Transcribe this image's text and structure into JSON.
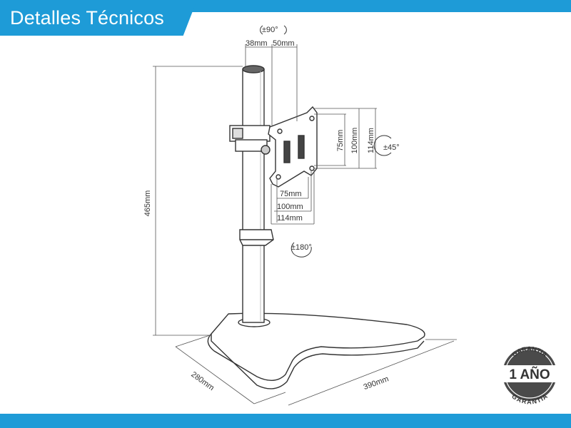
{
  "header": {
    "title": "Detalles Técnicos"
  },
  "diagram": {
    "labels": {
      "tilt": "±90°",
      "pole_offset_38": "38mm",
      "pole_offset_50": "50mm",
      "height": "465mm",
      "vesa_v_75": "75mm",
      "vesa_v_100": "100mm",
      "vesa_v_114": "114mm",
      "rotation_45": "±45°",
      "vesa_h_75": "75mm",
      "vesa_h_100": "100mm",
      "vesa_h_114": "114mm",
      "swivel_180": "±180°",
      "base_depth": "280mm",
      "base_width": "390mm"
    }
  },
  "badge": {
    "top_text": "GARANTIA",
    "center_text": "1 AÑO",
    "bottom_text": "GARANTIA"
  },
  "colors": {
    "accent": "#1e9bd7",
    "line": "#333333",
    "badge": "#4a4a4a"
  }
}
